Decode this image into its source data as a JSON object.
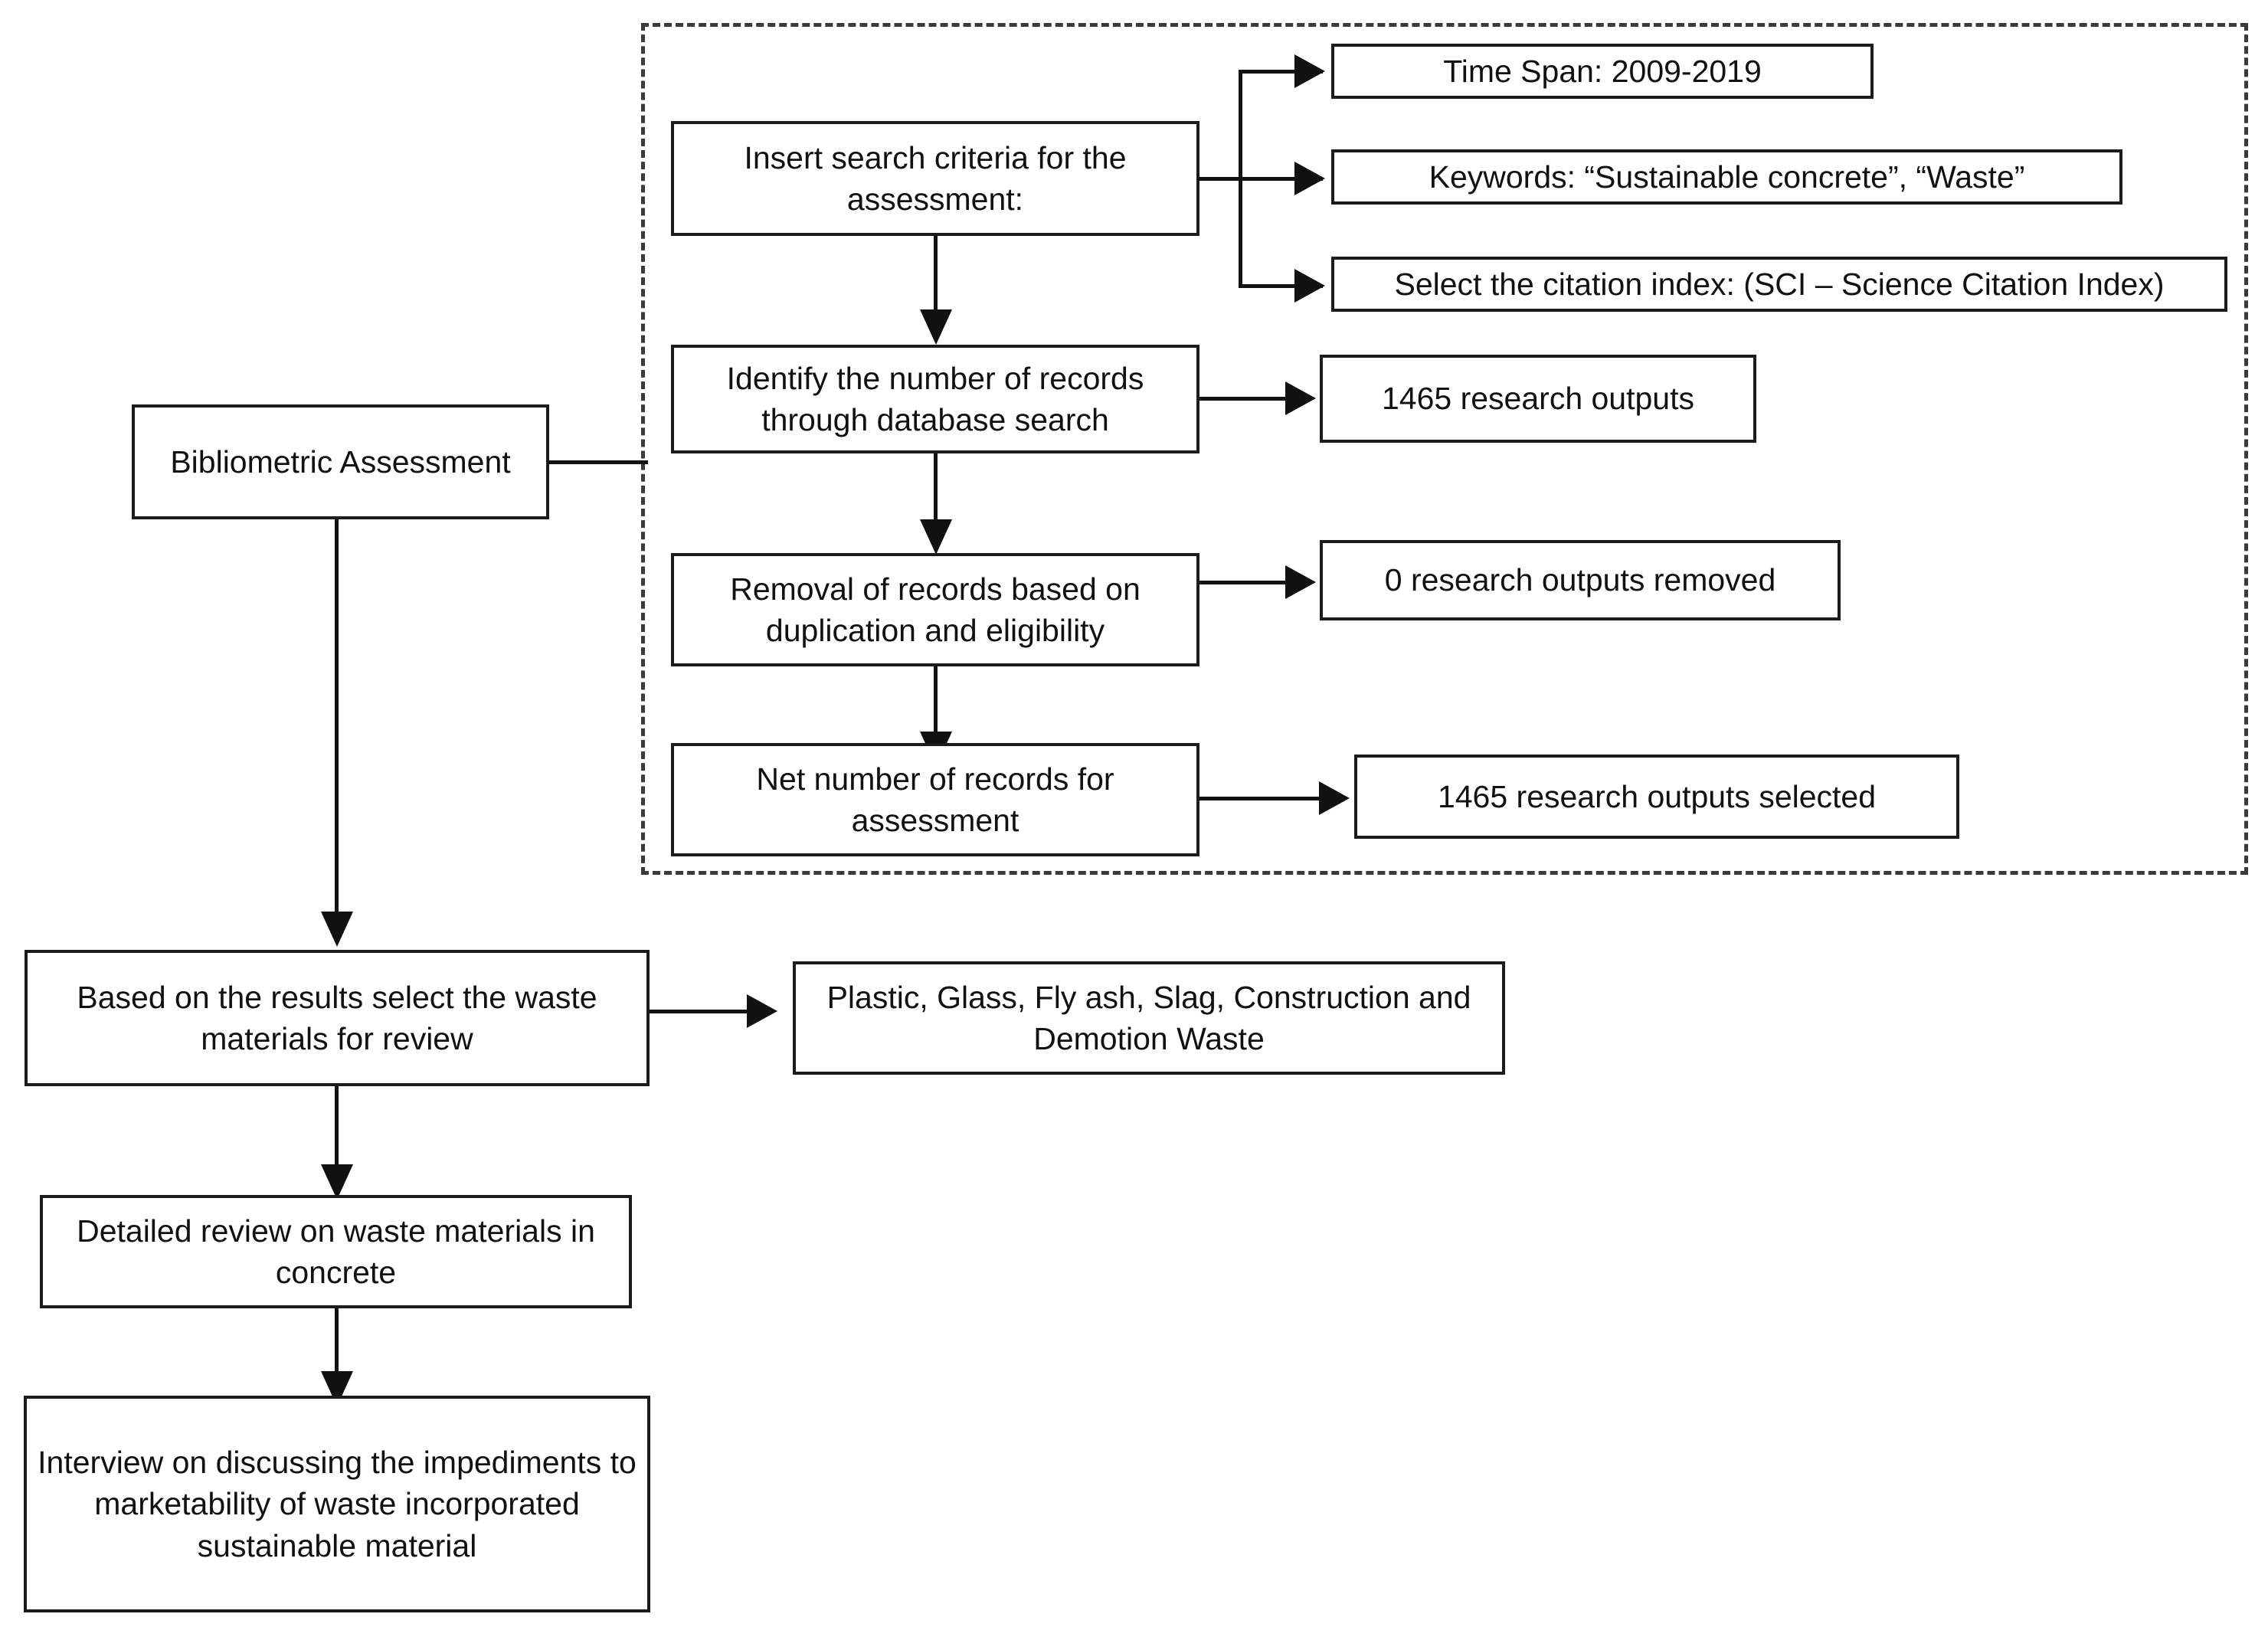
{
  "diagram": {
    "title": "Bibliometric assessment and review methodology flowchart",
    "group_label": "bibliometric-assessment-dashed-group",
    "colors": {
      "box_border": "#1b1b1b",
      "connector": "#111111",
      "dashed_border": "#3a3a3a",
      "background": "#ffffff"
    }
  },
  "nodes": {
    "bibliometric_assessment": "Bibliometric Assessment",
    "insert_criteria": "Insert search criteria for the assessment:",
    "time_span": "Time Span: 2009-2019",
    "keywords": "Keywords: “Sustainable concrete”, “Waste”",
    "citation_index": "Select the citation index: (SCI – Science Citation Index)",
    "identify_records": "Identify the number of records through database search",
    "records_count": "1465 research outputs",
    "removal_records": "Removal of records based on duplication and eligibility",
    "removed_count": "0 research outputs removed",
    "net_records": "Net number of records for assessment",
    "selected_count": "1465 research outputs selected",
    "select_waste_materials": "Based on the results select the waste materials for review",
    "waste_materials_list": "Plastic, Glass, Fly ash, Slag, Construction and Demotion Waste",
    "detailed_review": "Detailed review on waste materials in concrete",
    "interview": "Interview on discussing the impediments to marketability of waste incorporated sustainable material"
  }
}
